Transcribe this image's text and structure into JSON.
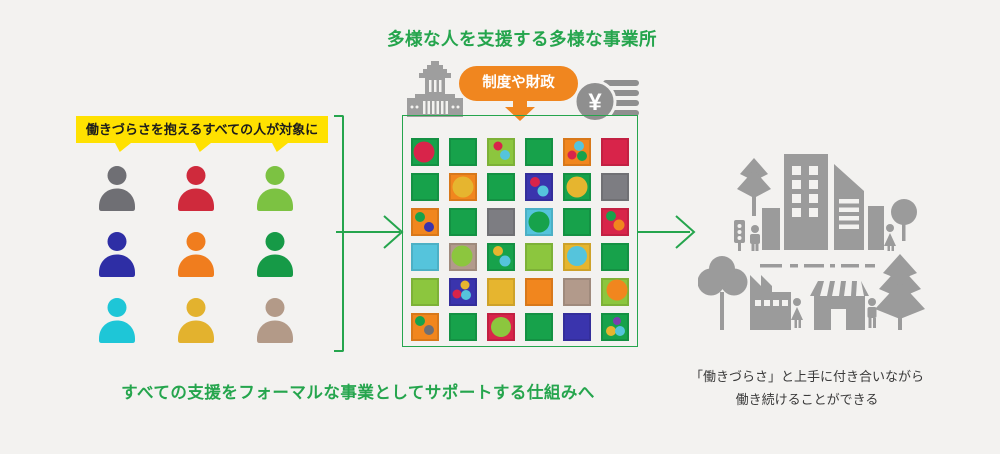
{
  "top_title": {
    "text": "多様な人を支援する多様な事業所"
  },
  "bottom_title": {
    "text": "すべての支援をフォーマルな事業としてサポートする仕組みへ"
  },
  "left_group": {
    "bubble_label": "働きづらさを抱えるすべての人が対象に",
    "people": [
      {
        "color": "#6f6f74"
      },
      {
        "color": "#cf2a3c"
      },
      {
        "color": "#7cc242"
      },
      {
        "color": "#2e2ea5"
      },
      {
        "color": "#f07d1e"
      },
      {
        "color": "#169a47"
      },
      {
        "color": "#1ec6d7"
      },
      {
        "color": "#e3b22e"
      },
      {
        "color": "#b39a88"
      }
    ]
  },
  "center_group": {
    "policy_bubble_label": "制度や財政",
    "yen_symbol": "¥",
    "grid": {
      "rows": 6,
      "cols": 6,
      "cells": [
        {
          "bg": "green",
          "dots": [
            [
              "crimson",
              46,
              50,
              10.5
            ]
          ]
        },
        {
          "bg": "green"
        },
        {
          "bg": "lime",
          "dots": [
            [
              "crimson",
              40,
              30,
              4.5
            ],
            [
              "sky",
              66,
              62,
              5
            ]
          ]
        },
        {
          "bg": "green"
        },
        {
          "bg": "orange",
          "dots": [
            [
              "sky",
              56,
              28,
              5
            ],
            [
              "crimson",
              33,
              60,
              4.5
            ],
            [
              "green",
              69,
              63,
              5
            ]
          ]
        },
        {
          "bg": "crimson"
        },
        {
          "bg": "green"
        },
        {
          "bg": "orange",
          "dots": [
            [
              "yellow",
              50,
              50,
              10.5
            ]
          ]
        },
        {
          "bg": "green"
        },
        {
          "bg": "indigo",
          "dots": [
            [
              "crimson",
              35,
              33,
              5
            ],
            [
              "sky",
              63,
              64,
              5.5
            ]
          ]
        },
        {
          "bg": "green",
          "dots": [
            [
              "yellow",
              50,
              50,
              10.5
            ]
          ]
        },
        {
          "bg": "grey"
        },
        {
          "bg": "orange",
          "dots": [
            [
              "green",
              33,
              33,
              5
            ],
            [
              "indigo",
              66,
              68,
              5
            ]
          ]
        },
        {
          "bg": "green"
        },
        {
          "bg": "grey"
        },
        {
          "bg": "sky",
          "dots": [
            [
              "green",
              50,
              50,
              10.5
            ]
          ]
        },
        {
          "bg": "green"
        },
        {
          "bg": "crimson",
          "dots": [
            [
              "green",
              37,
              28,
              5
            ],
            [
              "orange",
              64,
              60,
              5.5
            ]
          ]
        },
        {
          "bg": "sky"
        },
        {
          "bg": "tan",
          "dots": [
            [
              "lime",
              48,
              48,
              10.5
            ]
          ]
        },
        {
          "bg": "green",
          "dots": [
            [
              "yellow",
              38,
              30,
              5
            ],
            [
              "sky",
              66,
              64,
              5.5
            ]
          ]
        },
        {
          "bg": "lime"
        },
        {
          "bg": "yellow",
          "dots": [
            [
              "sky",
              50,
              48,
              10
            ]
          ]
        },
        {
          "bg": "green"
        },
        {
          "bg": "lime"
        },
        {
          "bg": "indigo",
          "dots": [
            [
              "yellow",
              56,
              26,
              4.5
            ],
            [
              "crimson",
              29,
              57,
              4.5
            ],
            [
              "sky",
              62,
              62,
              5
            ]
          ]
        },
        {
          "bg": "yellow"
        },
        {
          "bg": "orange"
        },
        {
          "bg": "tan"
        },
        {
          "bg": "lime",
          "dots": [
            [
              "orange",
              58,
              42,
              10.5
            ]
          ]
        },
        {
          "bg": "orange",
          "dots": [
            [
              "green",
              32,
              30,
              5
            ],
            [
              "slate",
              63,
              62,
              5
            ]
          ]
        },
        {
          "bg": "green"
        },
        {
          "bg": "crimson",
          "dots": [
            [
              "lime",
              50,
              50,
              10
            ]
          ]
        },
        {
          "bg": "green"
        },
        {
          "bg": "indigo"
        },
        {
          "bg": "green",
          "dots": [
            [
              "purple",
              56,
              28,
              4
            ],
            [
              "yellow",
              35,
              65,
              5
            ],
            [
              "sky",
              69,
              65,
              5
            ]
          ]
        }
      ]
    }
  },
  "right_group": {
    "caption_line1": "「働きづらさ」と上手に付き合いながら",
    "caption_line2": "働き続けることができる"
  },
  "colors": {
    "bg": "#f3f2f0",
    "accent": "#25a54d",
    "ink": "#1c1c1c",
    "cap": "#3a3a3a",
    "byellow": "#ffe100",
    "borange": "#f0861f",
    "green": "#17a24b",
    "lime": "#8cc63e",
    "orange": "#f1861e",
    "crimson": "#d8244a",
    "indigo": "#3a34ad",
    "yellow": "#e6b52f",
    "tan": "#b29a8b",
    "sky": "#55c4dc",
    "grey": "#7d7d82",
    "purple": "#7a3faf",
    "slate": "#6f6f74",
    "city": "#9b9b9b",
    "gov": "#9e9e9e",
    "coin": "#8f8f8f"
  }
}
